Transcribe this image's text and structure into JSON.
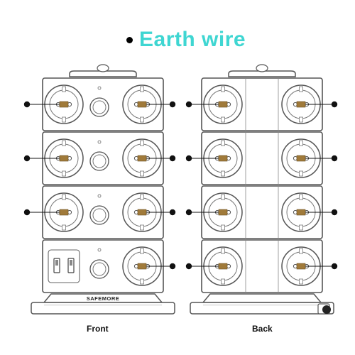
{
  "title": "Earth wire",
  "title_color": "#3fd6d2",
  "brand": "SAFEMORE",
  "captions": {
    "front": "Front",
    "back": "Back"
  },
  "icons": [
    "bullet-dot-icon",
    "usb-port-icon",
    "power-button-icon",
    "earth-contact-icon",
    "pointer-dot-icon"
  ],
  "colors": {
    "outline": "#555555",
    "earth_contact": "#a07a3a",
    "body": "#ffffff"
  }
}
